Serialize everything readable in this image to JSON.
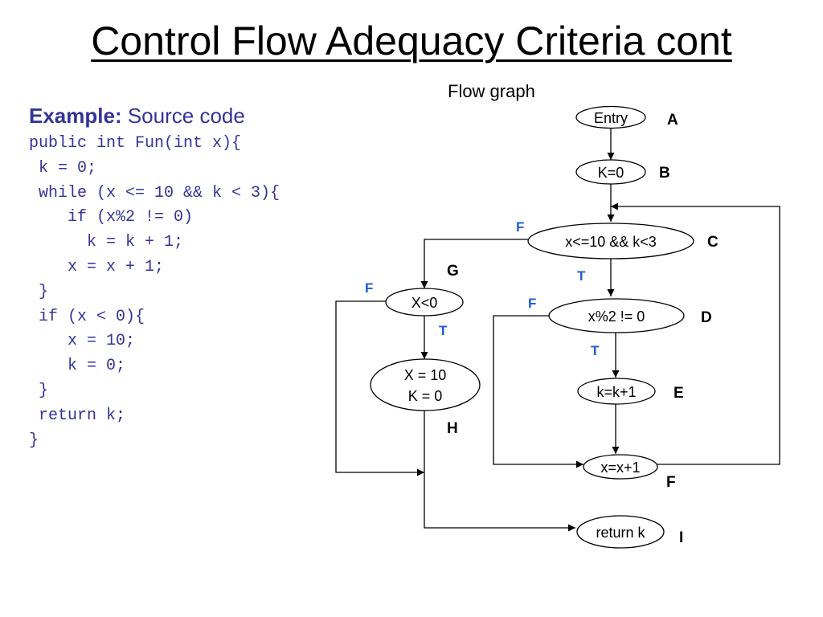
{
  "slide": {
    "title": "Control Flow Adequacy Criteria cont"
  },
  "example": {
    "bold_label": "Example:",
    "label": "Source code",
    "code_lines": [
      "public int Fun(int x){",
      " k = 0;",
      " while (x <= 10 && k < 3){",
      "    if (x%2 != 0)",
      "      k = k + 1;",
      "    x = x + 1;",
      " }",
      " if (x < 0){",
      "    x = 10;",
      "    k = 0;",
      " }",
      " return k;",
      "}"
    ]
  },
  "flow_graph": {
    "caption": "Flow graph",
    "nodes": {
      "A": {
        "letter": "A",
        "lines": [
          "Entry"
        ]
      },
      "B": {
        "letter": "B",
        "lines": [
          "K=0"
        ]
      },
      "C": {
        "letter": "C",
        "lines": [
          "x<=10 && k<3"
        ]
      },
      "D": {
        "letter": "D",
        "lines": [
          "x%2 != 0"
        ]
      },
      "E": {
        "letter": "E",
        "lines": [
          "k=k+1"
        ]
      },
      "F": {
        "letter": "F",
        "lines": [
          "x=x+1"
        ]
      },
      "G": {
        "letter": "G",
        "lines": [
          "X<0"
        ]
      },
      "H": {
        "letter": "H",
        "lines": [
          "X = 10",
          "K = 0"
        ]
      },
      "I": {
        "letter": "I",
        "lines": [
          "return k"
        ]
      }
    },
    "branch_labels": {
      "c_false": "F",
      "c_true": "T",
      "d_false": "F",
      "d_true": "T",
      "g_false": "F",
      "g_true": "T"
    },
    "colors": {
      "code_text": "#333399",
      "branch_labels": "#1f5bd6"
    }
  }
}
